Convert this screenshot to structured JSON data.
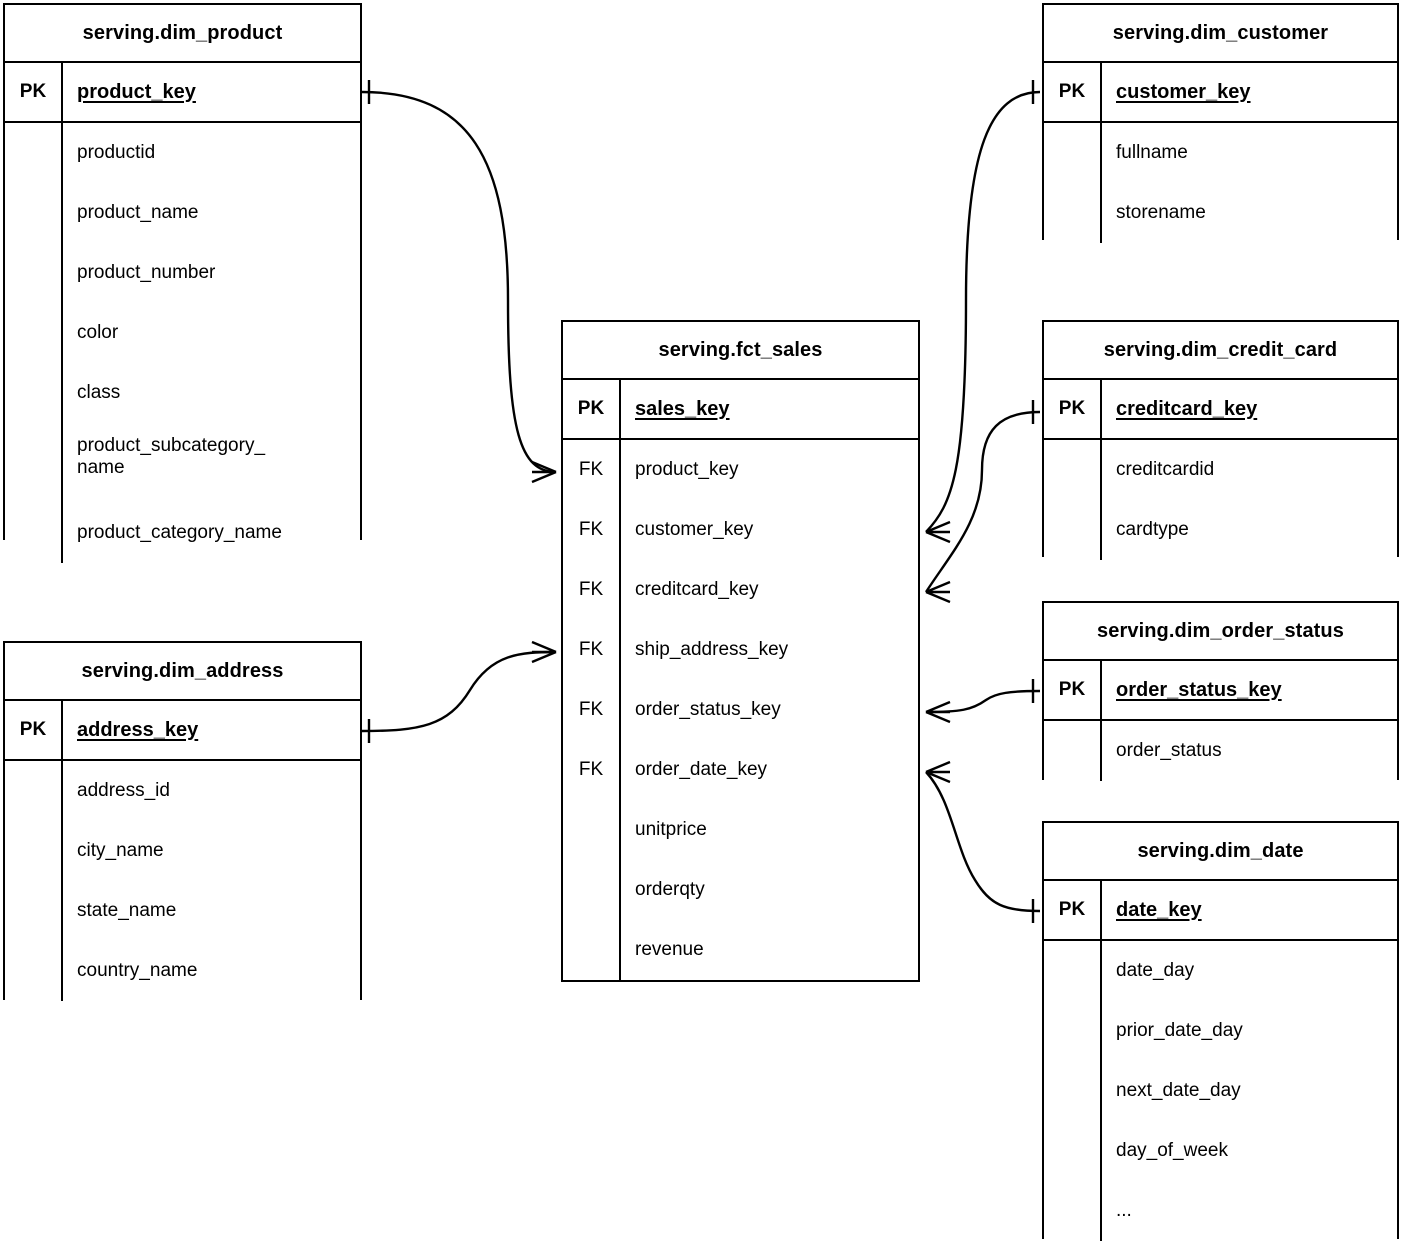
{
  "diagram": {
    "kind": "entity-relationship-diagram",
    "notation": "crow's foot",
    "background_color": "#ffffff",
    "line_color": "#000000",
    "key_labels": {
      "pk": "PK",
      "fk": "FK"
    }
  },
  "entities": [
    {
      "id": "dim_product",
      "title": "serving.dim_product",
      "pk": {
        "tag": "PK",
        "name": "product_key"
      },
      "attributes": [
        {
          "tag": "",
          "name": "productid"
        },
        {
          "tag": "",
          "name": "product_name"
        },
        {
          "tag": "",
          "name": "product_number"
        },
        {
          "tag": "",
          "name": "color"
        },
        {
          "tag": "",
          "name": "class"
        },
        {
          "tag": "",
          "name": "product_subcategory_\nname"
        },
        {
          "tag": "",
          "name": "product_category_name"
        }
      ]
    },
    {
      "id": "dim_address",
      "title": "serving.dim_address",
      "pk": {
        "tag": "PK",
        "name": "address_key"
      },
      "attributes": [
        {
          "tag": "",
          "name": "address_id"
        },
        {
          "tag": "",
          "name": "city_name"
        },
        {
          "tag": "",
          "name": "state_name"
        },
        {
          "tag": "",
          "name": "country_name"
        }
      ]
    },
    {
      "id": "fct_sales",
      "title": "serving.fct_sales",
      "pk": {
        "tag": "PK",
        "name": "sales_key"
      },
      "attributes": [
        {
          "tag": "FK",
          "name": "product_key"
        },
        {
          "tag": "FK",
          "name": "customer_key"
        },
        {
          "tag": "FK",
          "name": "creditcard_key"
        },
        {
          "tag": "FK",
          "name": "ship_address_key"
        },
        {
          "tag": "FK",
          "name": "order_status_key"
        },
        {
          "tag": "FK",
          "name": "order_date_key"
        },
        {
          "tag": "",
          "name": "unitprice"
        },
        {
          "tag": "",
          "name": "orderqty"
        },
        {
          "tag": "",
          "name": "revenue"
        }
      ]
    },
    {
      "id": "dim_customer",
      "title": "serving.dim_customer",
      "pk": {
        "tag": "PK",
        "name": "customer_key"
      },
      "attributes": [
        {
          "tag": "",
          "name": "fullname"
        },
        {
          "tag": "",
          "name": "storename"
        }
      ]
    },
    {
      "id": "dim_credit_card",
      "title": "serving.dim_credit_card",
      "pk": {
        "tag": "PK",
        "name": "creditcard_key"
      },
      "attributes": [
        {
          "tag": "",
          "name": "creditcardid"
        },
        {
          "tag": "",
          "name": "cardtype"
        }
      ]
    },
    {
      "id": "dim_order_status",
      "title": "serving.dim_order_status",
      "pk": {
        "tag": "PK",
        "name": "order_status_key"
      },
      "attributes": [
        {
          "tag": "",
          "name": "order_status"
        }
      ]
    },
    {
      "id": "dim_date",
      "title": "serving.dim_date",
      "pk": {
        "tag": "PK",
        "name": "date_key"
      },
      "attributes": [
        {
          "tag": "",
          "name": "date_day"
        },
        {
          "tag": "",
          "name": "prior_date_day"
        },
        {
          "tag": "",
          "name": "next_date_day"
        },
        {
          "tag": "",
          "name": "day_of_week"
        },
        {
          "tag": "",
          "name": "..."
        }
      ]
    }
  ],
  "relationships": [
    {
      "id": "rel-product-sales",
      "from": "dim_product.product_key",
      "to": "fct_sales.product_key",
      "from_cardinality": "one",
      "to_cardinality": "many"
    },
    {
      "id": "rel-address-sales",
      "from": "dim_address.address_key",
      "to": "fct_sales.ship_address_key",
      "from_cardinality": "one",
      "to_cardinality": "many"
    },
    {
      "id": "rel-customer-sales",
      "from": "dim_customer.customer_key",
      "to": "fct_sales.customer_key",
      "from_cardinality": "one",
      "to_cardinality": "many"
    },
    {
      "id": "rel-creditcard-sales",
      "from": "dim_credit_card.creditcard_key",
      "to": "fct_sales.creditcard_key",
      "from_cardinality": "one",
      "to_cardinality": "many"
    },
    {
      "id": "rel-orderstatus-sales",
      "from": "dim_order_status.order_status_key",
      "to": "fct_sales.order_status_key",
      "from_cardinality": "one",
      "to_cardinality": "many"
    },
    {
      "id": "rel-date-sales",
      "from": "dim_date.date_key",
      "to": "fct_sales.order_date_key",
      "from_cardinality": "one",
      "to_cardinality": "many"
    }
  ]
}
